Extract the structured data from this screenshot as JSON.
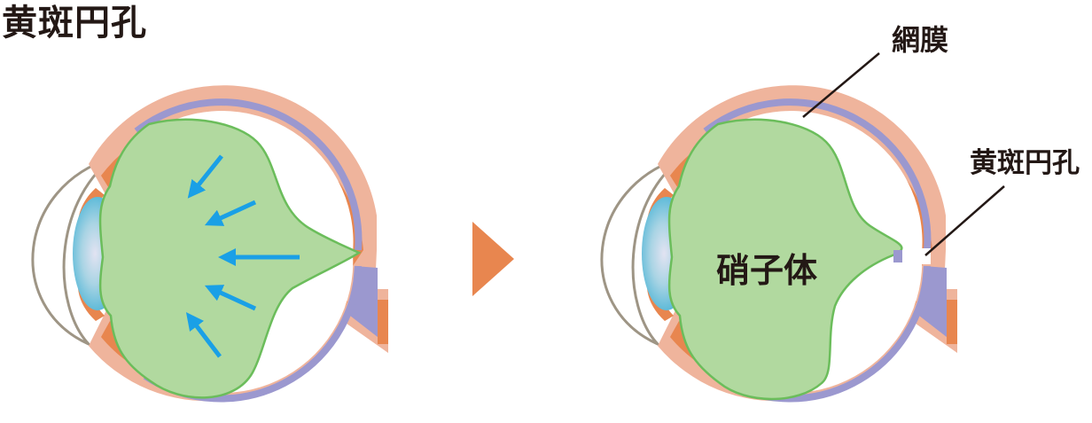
{
  "title": "黄斑円孔",
  "labels": {
    "retina": "網膜",
    "macular_hole": "黄斑円孔",
    "vitreous": "硝子体"
  },
  "colors": {
    "sclera": "#efb49c",
    "choroid": "#e8864f",
    "retina": "#9b98cf",
    "vitreous": "#b1d99f",
    "vitreous_outline": "#6bbd5b",
    "arrow": "#1aa0e6",
    "transition_arrow": "#e8864f",
    "cornea_outline": "#9e9585",
    "leader_line": "#231815"
  },
  "icons": {
    "transition": "right-triangle-arrow",
    "traction": "blue-arrow"
  }
}
